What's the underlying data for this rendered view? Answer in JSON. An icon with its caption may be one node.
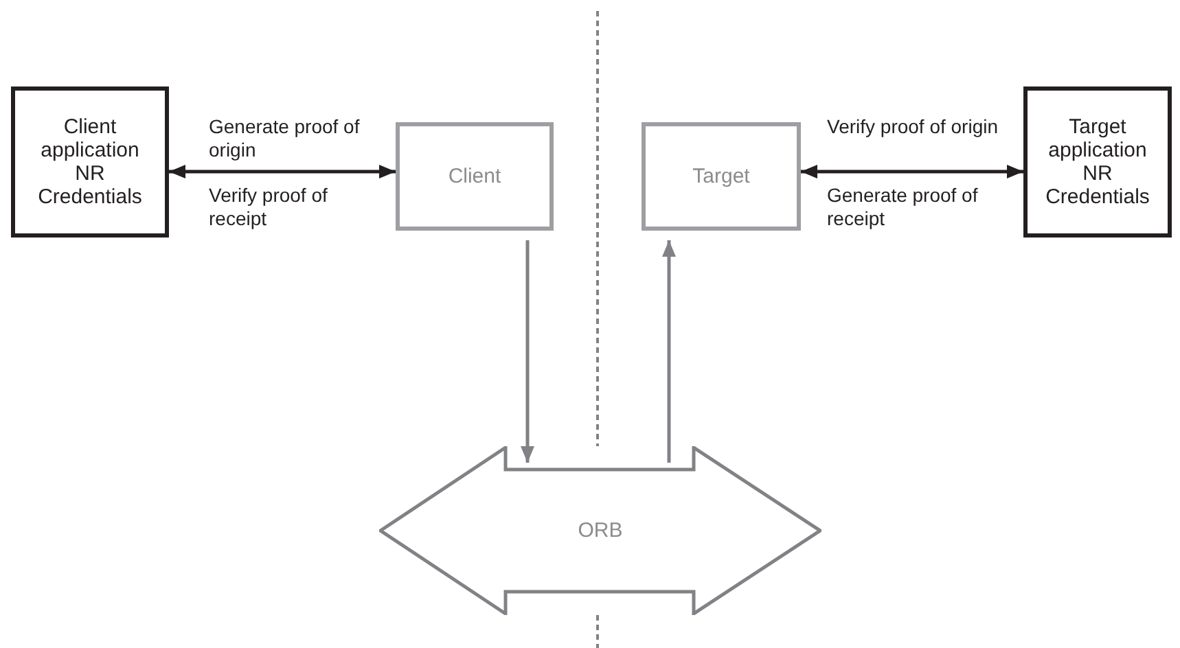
{
  "diagram": {
    "nodes": [
      {
        "text": [
          "Client application NR Credentials"
        ]
      },
      {
        "text": [
          "Client"
        ]
      },
      {
        "text": [
          "Target"
        ]
      },
      {
        "text": [
          "Target application NR Credentials"
        ]
      },
      {
        "text": [
          "ORB"
        ]
      }
    ],
    "edges": [
      {
        "from": 0,
        "to": 1,
        "arrow": "both",
        "label": "Generate proof of origin"
      },
      {
        "from": 2,
        "to": 3,
        "arrow": "both",
        "label": "Verify proof of origin"
      },
      {
        "from": 1,
        "to": 4,
        "arrow": "to",
        "color": "#808285"
      },
      {
        "from": 4,
        "to": 2,
        "arrow": "to",
        "color": "#808285"
      }
    ],
    "labels": [
      "Verify proof of receipt",
      "Generate proof of receipt"
    ]
  }
}
